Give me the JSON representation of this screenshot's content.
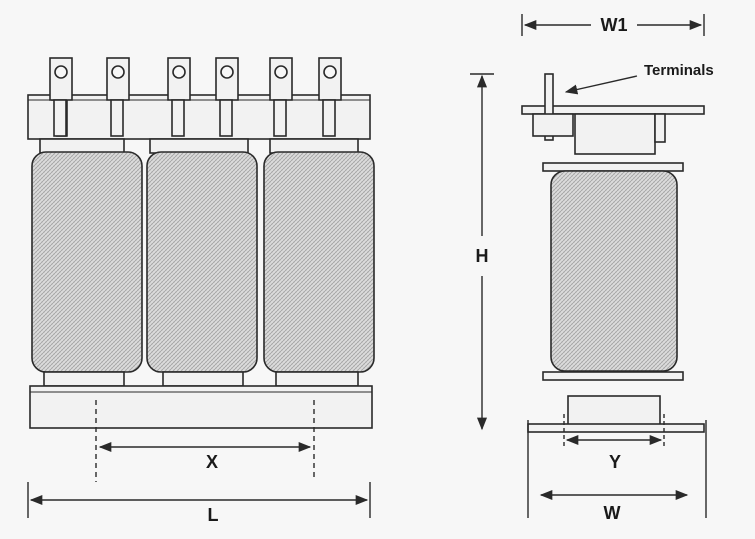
{
  "labels": {
    "w1": "W1",
    "terminals": "Terminals",
    "h": "H",
    "x": "X",
    "l": "L",
    "y": "Y",
    "w": "W"
  },
  "colors": {
    "background": "#f7f7f7",
    "line": "#2a2a2a",
    "coil_fill": "#d6d6d6",
    "frame_fill": "#f2f2f2"
  }
}
